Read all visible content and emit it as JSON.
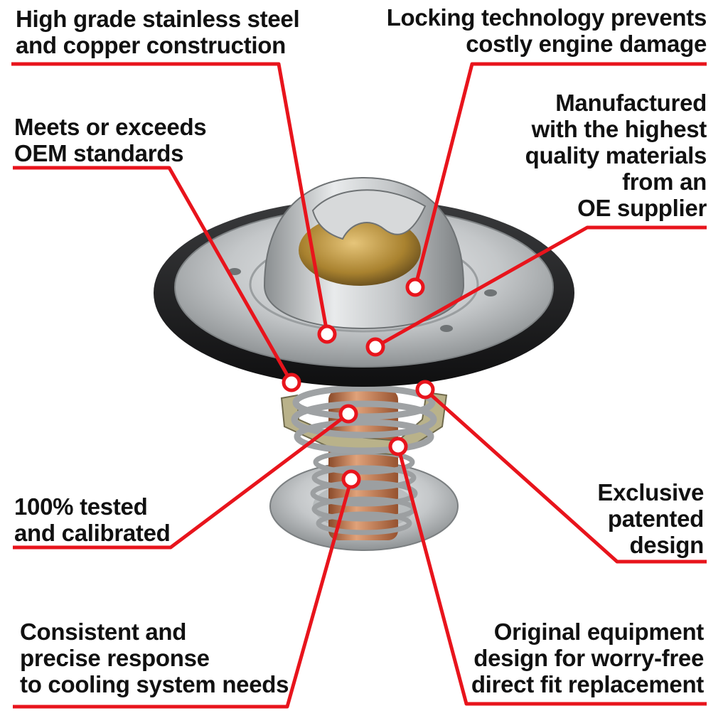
{
  "colors": {
    "callout_line": "#e8141c",
    "text": "#111111",
    "gasket": "#1d1d1f",
    "steel": "#c9cbcc",
    "brass": "#b8903e",
    "copper": "#c67a4e"
  },
  "product": {
    "icon": "thermostat-illustration"
  },
  "callouts": [
    {
      "id": "steel-copper",
      "lines": [
        "High grade stainless steel",
        "and copper construction"
      ]
    },
    {
      "id": "locking",
      "lines": [
        "Locking technology prevents",
        "costly engine damage"
      ]
    },
    {
      "id": "oem",
      "lines": [
        "Meets or exceeds",
        "OEM standards"
      ]
    },
    {
      "id": "materials",
      "lines": [
        "Manufactured",
        "with the highest",
        "quality materials",
        "from an",
        "OE supplier"
      ]
    },
    {
      "id": "tested",
      "lines": [
        "100% tested",
        "and calibrated"
      ]
    },
    {
      "id": "patented",
      "lines": [
        "Exclusive",
        "patented",
        "design"
      ]
    },
    {
      "id": "response",
      "lines": [
        "Consistent and",
        "precise response",
        "to cooling system needs"
      ]
    },
    {
      "id": "direct-fit",
      "lines": [
        "Original equipment",
        "design for worry-free",
        "direct fit replacement"
      ]
    }
  ]
}
